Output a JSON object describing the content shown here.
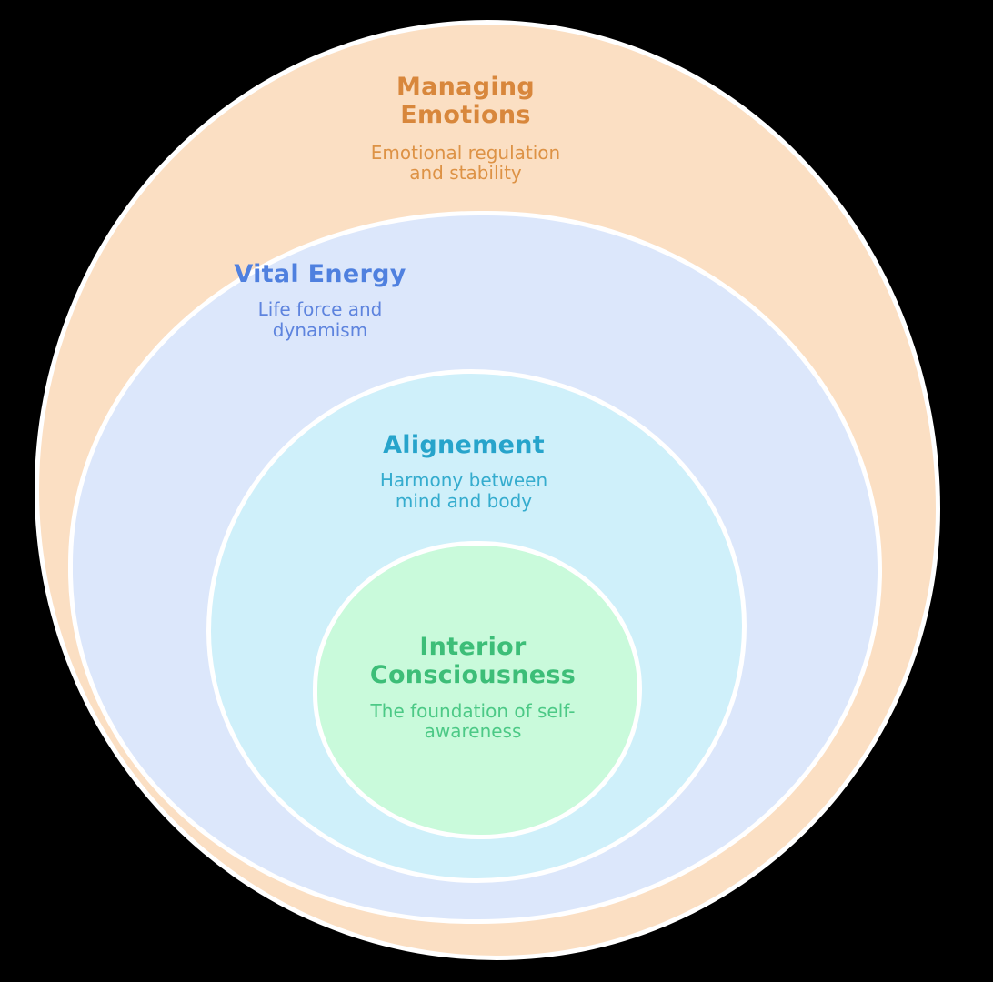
{
  "diagram": {
    "type": "nested-onion",
    "background_color": "#000000",
    "stroke_color": "#ffffff",
    "layers": [
      {
        "id": "managing-emotions",
        "title": "Managing Emotions",
        "subtitle": "Emotional regulation and stability",
        "fill": "#fbdfc3",
        "title_color": "#d8873c",
        "subtitle_color": "#dd9245"
      },
      {
        "id": "vital-energy",
        "title": "Vital Energy",
        "subtitle": "Life force and dynamism",
        "fill": "#dce7fb",
        "title_color": "#4f80df",
        "subtitle_color": "#5e84de"
      },
      {
        "id": "alignement",
        "title": "Alignement",
        "subtitle": "Harmony between mind and body",
        "fill": "#cff0fa",
        "title_color": "#27a4cb",
        "subtitle_color": "#35accE"
      },
      {
        "id": "interior-consciousness",
        "title": "Interior Consciousness",
        "subtitle": "The foundation of self-awareness",
        "fill": "#c9fadb",
        "title_color": "#3dbe78",
        "subtitle_color": "#4cc986"
      }
    ]
  }
}
